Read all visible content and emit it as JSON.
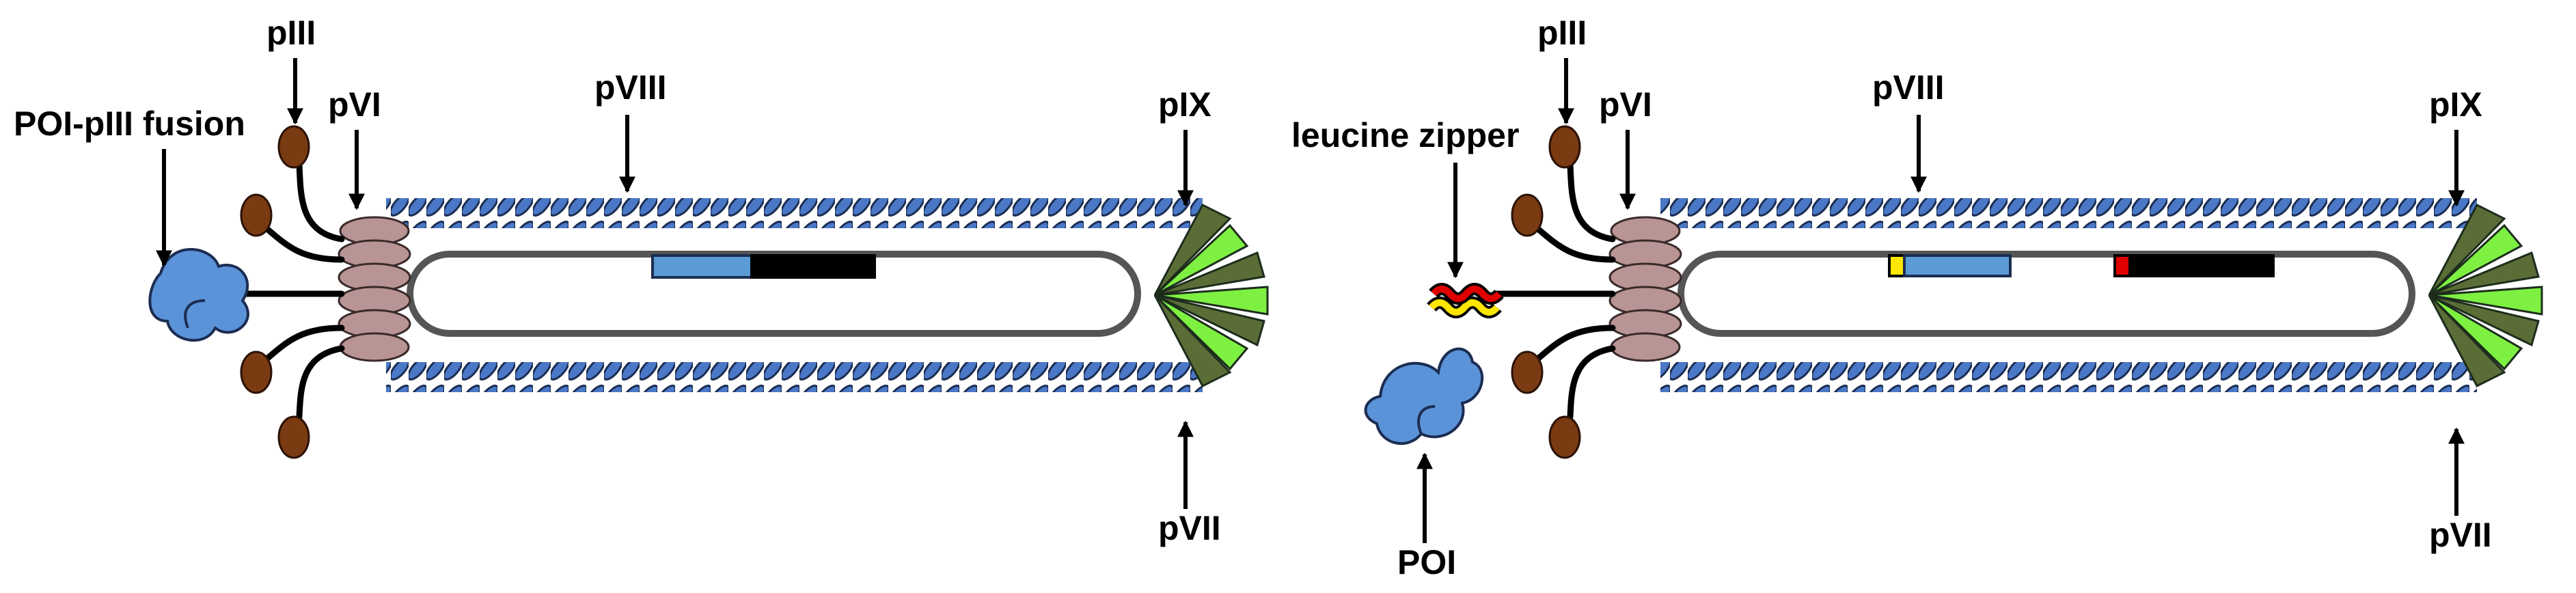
{
  "panels": [
    {
      "labels": {
        "fusion": "POI-pIII fusion",
        "p3": "pIII",
        "p6": "pVI",
        "p8": "pVIII",
        "p9": "pIX",
        "p7": "pVII"
      }
    },
    {
      "labels": {
        "zipper": "leucine zipper",
        "poi": "POI",
        "p3": "pIII",
        "p6": "pVI",
        "p8": "pVIII",
        "p9": "pIX",
        "p7": "pVII"
      }
    }
  ],
  "colors": {
    "coat": "#4a78c6",
    "poi": "#5b93d9",
    "knob": "#7a3a12",
    "pvi": "#b89494",
    "tip_dark": "#5b6d37",
    "tip_light": "#7ef042",
    "genome": "#555555",
    "gene_blue": "#5b9bd5",
    "gene_black": "#000000",
    "tag_yellow": "#ffe600",
    "tag_red": "#e00000"
  }
}
